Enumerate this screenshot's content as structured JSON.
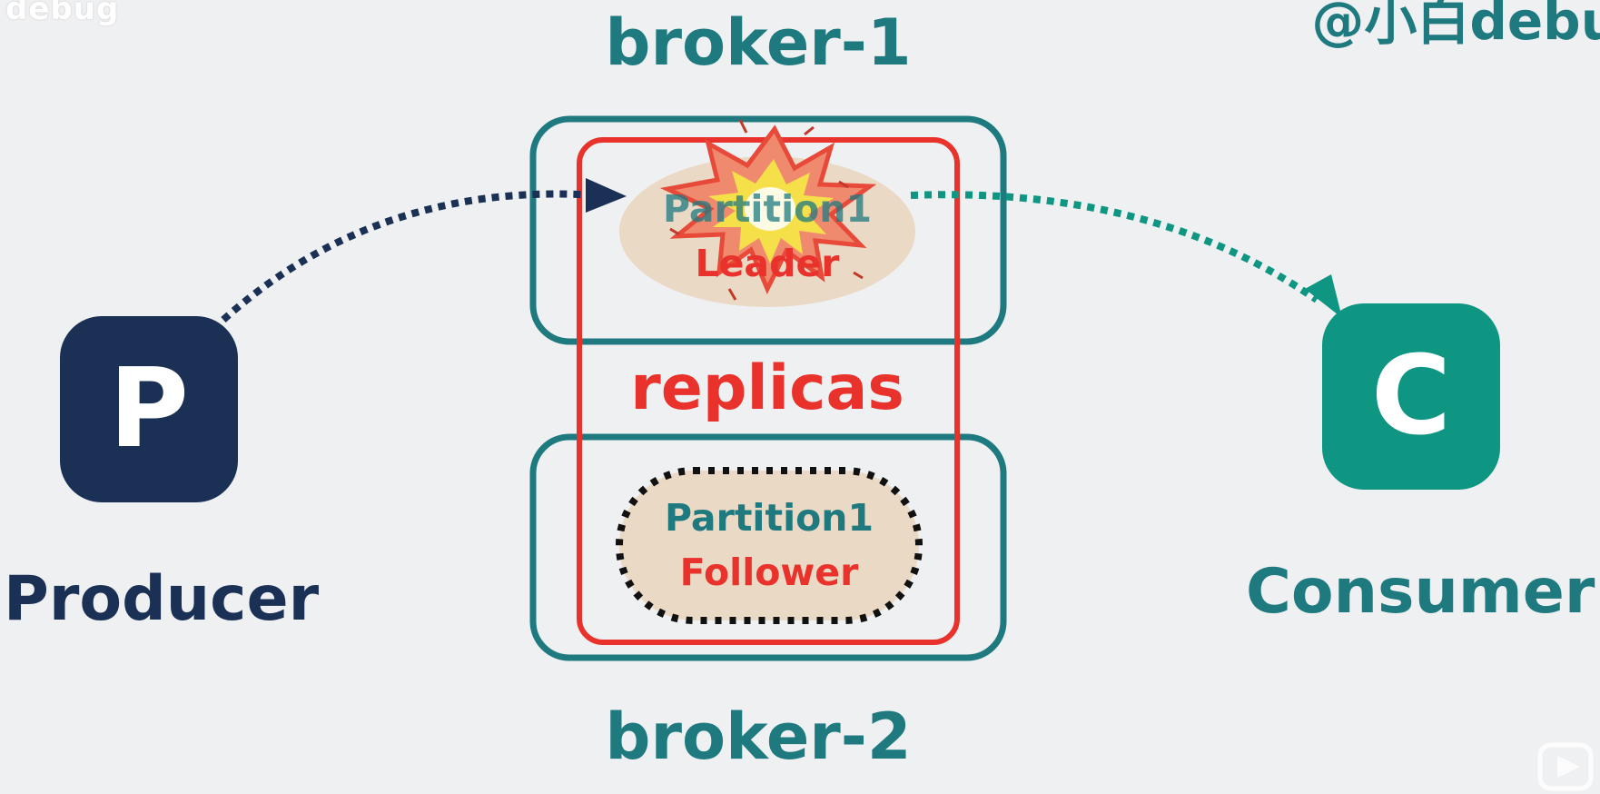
{
  "watermark": {
    "left": "debug",
    "right": "@小白debu"
  },
  "brokers": {
    "top": "broker-1",
    "bottom": "broker-2"
  },
  "producer": {
    "letter": "P",
    "label": "Producer",
    "color": "#1a3055"
  },
  "consumer": {
    "letter": "C",
    "label": "Consumer",
    "color": "#0e9683"
  },
  "leader": {
    "title": "Partition1",
    "role": "Leader"
  },
  "follower": {
    "title": "Partition1",
    "role": "Follower"
  },
  "replicas_label": "replicas",
  "colors": {
    "broker_teal": "#1f7a80",
    "replica_red": "#e8322b",
    "partition_fill": "#ead9c4",
    "producer_arrow": "#1a3055",
    "consumer_arrow": "#0e9683"
  },
  "icons": {
    "explosion": "explosion-icon",
    "player": "play-icon"
  }
}
